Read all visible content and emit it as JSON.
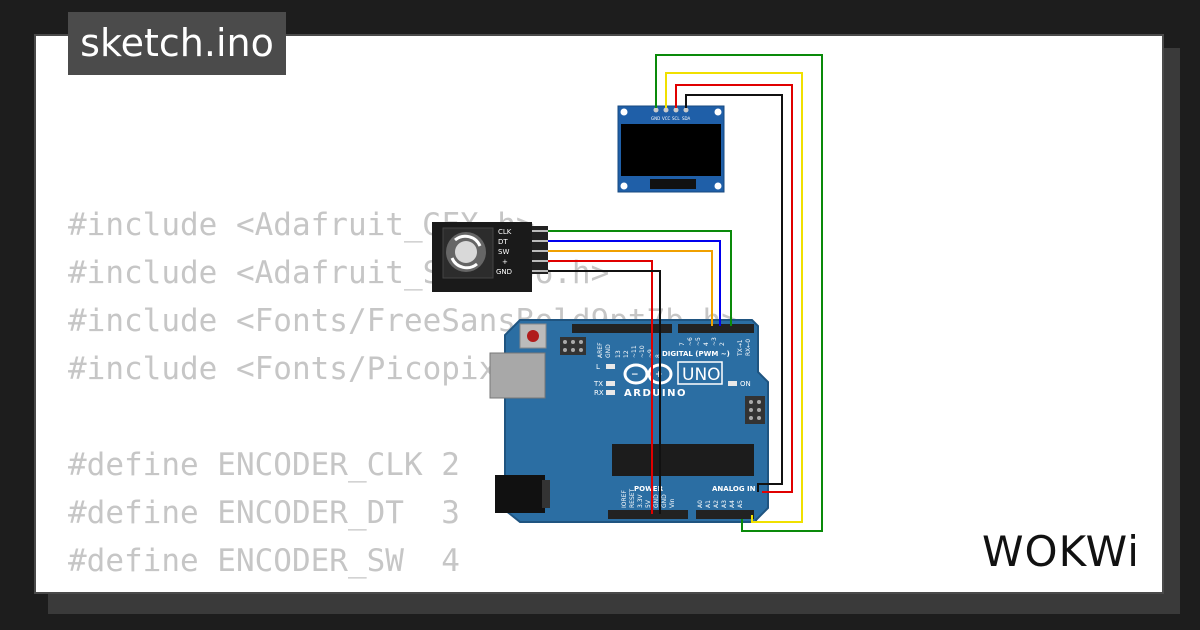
{
  "window": {
    "title": "sketch.ino"
  },
  "code_lines": [
    "#include <Adafruit_GFX.h>",
    "#include <Adafruit_SSD1306.h>",
    "#include <Fonts/FreeSansBold9pt7b.h>",
    "#include <Fonts/Picopixel.h>",
    "",
    "#define ENCODER_CLK 2",
    "#define ENCODER_DT  3",
    "#define ENCODER_SW  4"
  ],
  "oled": {
    "pins": [
      "GND",
      "VCC",
      "SCL",
      "SDA"
    ]
  },
  "encoder": {
    "pins": [
      "CLK",
      "DT",
      "SW",
      "+",
      "GND"
    ]
  },
  "arduino": {
    "model": "UNO",
    "brand": "ARDUINO",
    "digital_label": "DIGITAL (PWM ~)",
    "power_label": "POWER",
    "analog_label": "ANALOG IN",
    "led_labels": [
      "L",
      "TX",
      "RX",
      "ON"
    ],
    "top_pins": [
      "AREF",
      "GND",
      "13",
      "12",
      "~11",
      "~10",
      "~9",
      "8",
      "7",
      "~6",
      "~5",
      "4",
      "~3",
      "2",
      "TX→1",
      "RX←0"
    ],
    "bottom_pins": [
      "IOREF",
      "RESET",
      "3.3V",
      "5V",
      "GND",
      "GND",
      "Vin",
      "A0",
      "A1",
      "A2",
      "A3",
      "A4",
      "A5"
    ]
  },
  "wire_colors": {
    "green": "#0a8a0a",
    "yellow": "#f0e000",
    "red": "#e00000",
    "black": "#111111",
    "blue": "#0000ee",
    "orange": "#f0a000"
  },
  "logo": {
    "text": "WOKWi"
  }
}
